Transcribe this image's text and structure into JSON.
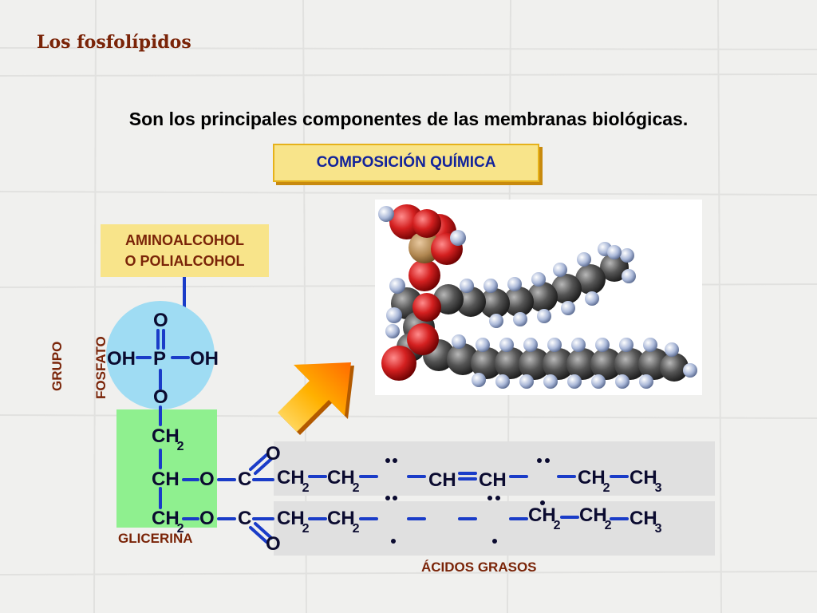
{
  "title": "Los fosfolípidos",
  "subtitle": "Son los principales componentes de las membranas biológicas.",
  "composition_button": "COMPOSICIÓN QUÍMICA",
  "aminoalcohol": {
    "line1": "AMINOALCOHOL",
    "line2": "O POLIALCOHOL"
  },
  "grupo_fosfato": {
    "line1": "GRUPO",
    "line2": "FOSFATO"
  },
  "glicerina": "GLICERINA",
  "acidos_grasos": "ÁCIDOS GRASOS",
  "phosphate": {
    "o_top": "O",
    "oh_left": "OH",
    "p": "P",
    "oh_right": "OH",
    "o_bottom": "O"
  },
  "glycerol": {
    "ch": "CH",
    "two": "2",
    "ch_mid": "CH",
    "ch_low": "CH"
  },
  "chain_top": {
    "o_link": "O",
    "c": "C",
    "o_dbl": "O",
    "ch": "CH",
    "two": "2",
    "three": "3"
  },
  "chain_bottom": {
    "o_link": "O",
    "c": "C",
    "o_dbl": "O",
    "ch": "CH",
    "two": "2",
    "three": "3"
  },
  "colors": {
    "title": "#7a2408",
    "button_fill": "#f8e48a",
    "button_text": "#12239b",
    "bond": "#1a3cc8",
    "phosphate_circle": "#9fdcf3",
    "glycerol_box": "#8ff08f",
    "chain_box": "#e0e0e0"
  }
}
